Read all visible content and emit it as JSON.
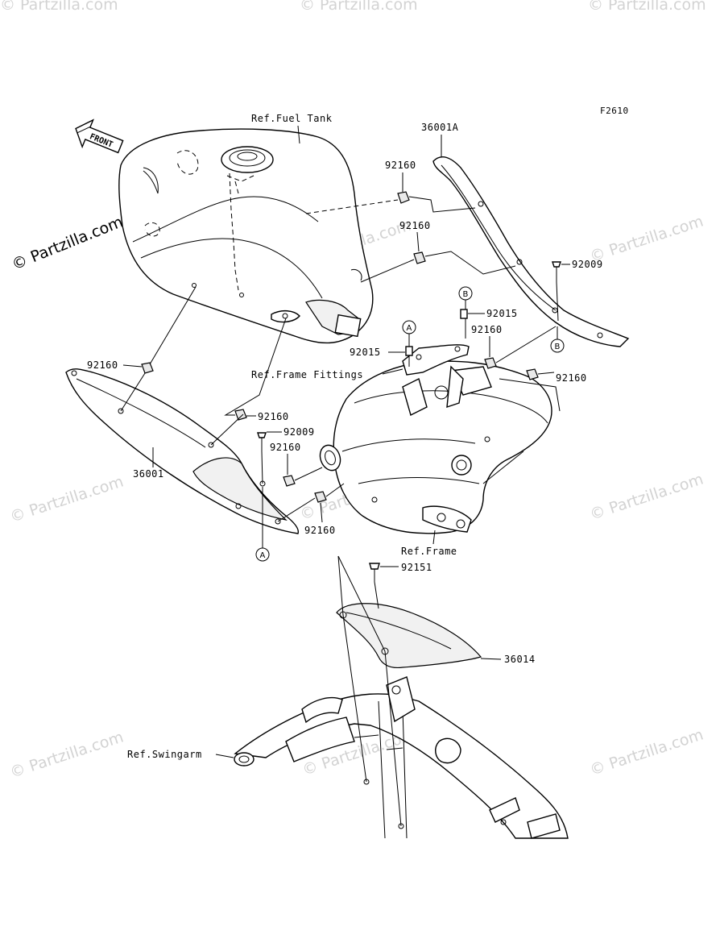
{
  "figure_code": "F2610",
  "front_label": "FRONT",
  "watermark_main": "© Partzilla.com",
  "watermark_faint": "© Partzilla.com",
  "refs": {
    "fuel_tank": "Ref.Fuel Tank",
    "frame_fittings": "Ref.Frame Fittings",
    "frame": "Ref.Frame",
    "swingarm": "Ref.Swingarm"
  },
  "parts": {
    "p36001A": "36001A",
    "p36001": "36001",
    "p36014": "36014",
    "p92160": "92160",
    "p92009": "92009",
    "p92015": "92015",
    "p92151": "92151"
  },
  "callouts": {
    "a": "A",
    "b": "B"
  }
}
